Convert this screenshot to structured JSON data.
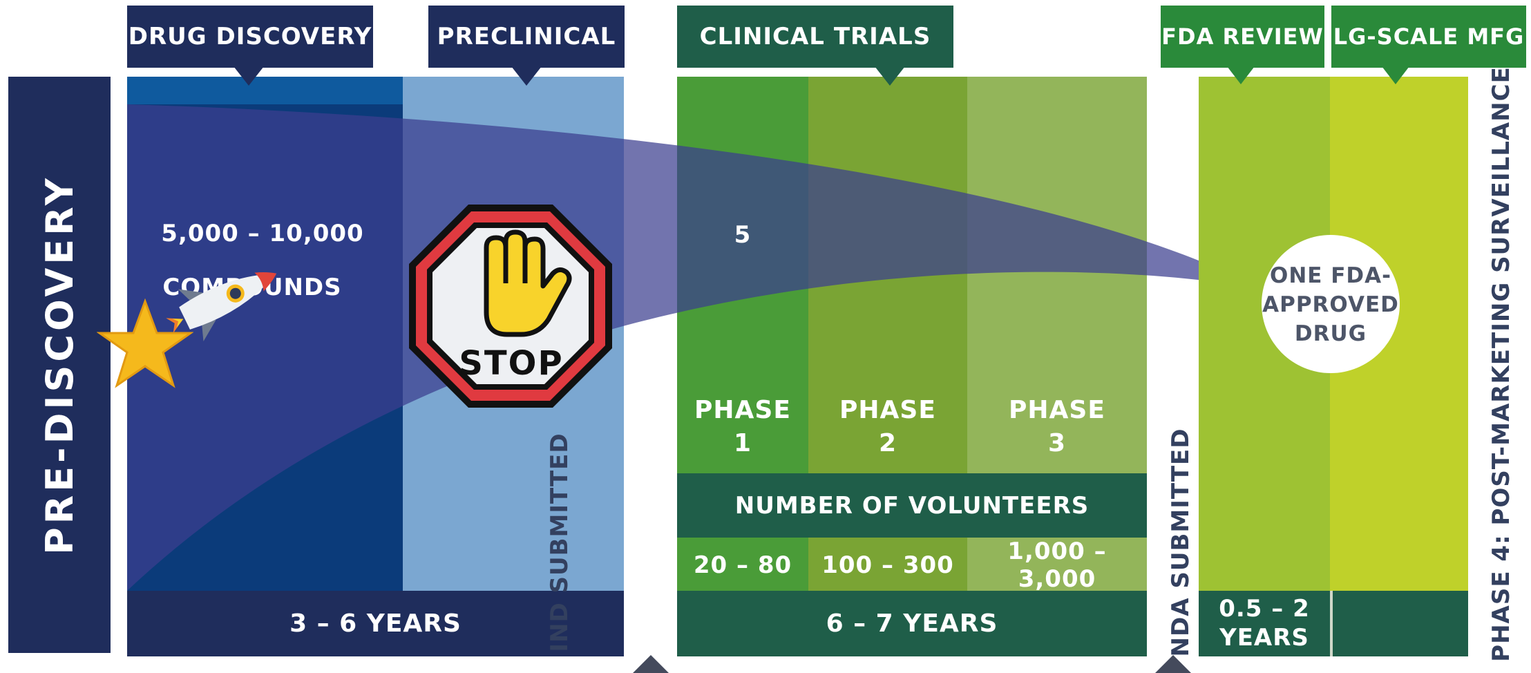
{
  "colors": {
    "navy": "#1f2d5c",
    "discovery_dark": "#0b3b7a",
    "discovery_band": "#0f5a9e",
    "preclinical": "#7ba7d1",
    "clinical_dark": "#1f5e49",
    "phase1": "#4a9c38",
    "phase2": "#7aa434",
    "phase3": "#93b55a",
    "fda_green": "#9ec233",
    "mfg_green": "#bfd12a",
    "header_green": "#2a8a3a",
    "funnel": "#3b3f8f",
    "stop_red": "#e03a40",
    "hand_yellow": "#f8d32b",
    "star_gold": "#f5b91c"
  },
  "headers": {
    "drug_discovery": "DRUG DISCOVERY",
    "preclinical": "PRECLINICAL",
    "clinical_trials": "CLINICAL TRIALS",
    "fda_review": "FDA REVIEW",
    "lg_scale_mfg": "LG-SCALE MFG"
  },
  "side_labels": {
    "pre_discovery": "PRE-DISCOVERY",
    "ind_submitted": "IND SUBMITTED",
    "nda_submitted": "NDA SUBMITTED",
    "phase4": "PHASE 4: POST-MARKETING SURVEILLANCE"
  },
  "discovery": {
    "count": "5,000 – 10,000",
    "count_label": "COMPOUNDS"
  },
  "clinical": {
    "count": "5",
    "phases": [
      {
        "line1": "PHASE",
        "line2": "1",
        "volunteers": "20 – 80"
      },
      {
        "line1": "PHASE",
        "line2": "2",
        "volunteers": "100 – 300"
      },
      {
        "line1": "PHASE",
        "line2": "3",
        "volunteers": "1,000 – 3,000"
      }
    ],
    "volunteers_title": "NUMBER OF VOLUNTEERS"
  },
  "durations": {
    "discovery": "3 – 6 YEARS",
    "clinical": "6 – 7 YEARS",
    "fda_line1": "0.5 – 2",
    "fda_line2": "YEARS"
  },
  "approved": {
    "line1": "ONE FDA-",
    "line2": "APPROVED",
    "line3": "DRUG"
  },
  "stop_sign": {
    "label": "STOP"
  }
}
